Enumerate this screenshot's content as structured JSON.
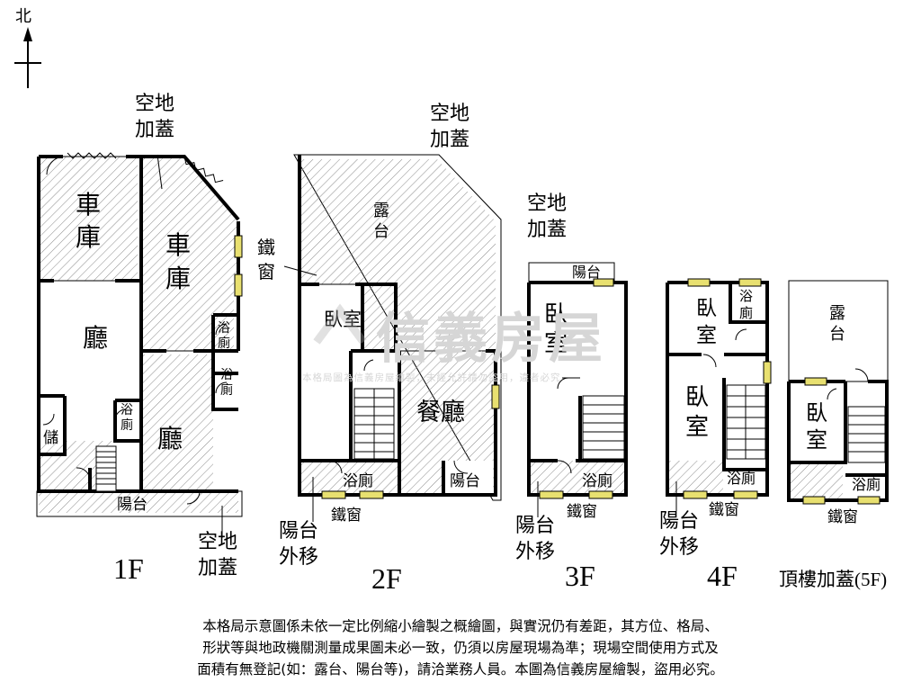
{
  "compass": {
    "north": "北"
  },
  "watermark": {
    "brand": "信義房屋",
    "notice": "本格局圖為信義房屋繪製，未經允許請勿盜用，違者必究"
  },
  "annotations": {
    "f1_kongdi": "空地",
    "f1_jiagai": "加蓋",
    "f1_bottom_kongdi": "空地",
    "f1_bottom_jiagai": "加蓋",
    "f1_tiechuang1": "鐵",
    "f1_tiechuang2": "窗",
    "f2_kongdi": "空地",
    "f2_jiagai": "加蓋",
    "f2_yangtai": "陽台",
    "f2_waiyi": "外移",
    "f3_kongdi": "空地",
    "f3_jiagai": "加蓋",
    "f3_yangtai": "陽台",
    "f3_waiyi": "外移",
    "f4_yangtai": "陽台",
    "f4_waiyi": "外移"
  },
  "rooms": {
    "f1_garage1_a": "車",
    "f1_garage1_b": "庫",
    "f1_garage2_a": "車",
    "f1_garage2_b": "庫",
    "f1_living1": "廳",
    "f1_living2": "廳",
    "f1_storage": "儲",
    "f1_bath_a1": "浴",
    "f1_bath_a2": "廁",
    "f1_bath_b1": "浴",
    "f1_bath_b2": "廁",
    "f1_bath_c1": "浴",
    "f1_bath_c2": "廁",
    "f1_balcony": "陽台",
    "f2_terrace_a": "露",
    "f2_terrace_b": "台",
    "f2_bedroom": "臥室",
    "f2_dining": "餐廳",
    "f2_bath": "浴廁",
    "f2_balcony": "陽台",
    "f2_ironwin": "鐵窗",
    "f3_balcony_top": "陽台",
    "f3_bedroom_a": "臥",
    "f3_bedroom_b": "室",
    "f3_bath": "浴廁",
    "f3_ironwin": "鐵窗",
    "f4_bedroom1_a": "臥",
    "f4_bedroom1_b": "室",
    "f4_bath_top_a": "浴",
    "f4_bath_top_b": "廁",
    "f4_bedroom2_a": "臥",
    "f4_bedroom2_b": "室",
    "f4_bath": "浴廁",
    "f4_ironwin": "鐵窗",
    "f5_terrace_a": "露",
    "f5_terrace_b": "台",
    "f5_bedroom_a": "臥",
    "f5_bedroom_b": "室",
    "f5_bath": "浴廁",
    "f5_ironwin": "鐵窗"
  },
  "floors": {
    "f1": "1F",
    "f2": "2F",
    "f3": "3F",
    "f4": "4F",
    "f5": "頂樓加蓋(5F)"
  },
  "disclaimer": [
    "本格局示意圖係未依一定比例縮小繪製之概繪圖，與實況仍有差距，其方位、格局、",
    "形狀等與地政機關測量成果圖未必一致，仍須以房屋現場為準；現場空間使用方式及",
    "面積有無登記(如：露台、陽台等)，請洽業務人員。本圖為信義房屋繪製，盜用必究。"
  ],
  "colors": {
    "wall": "#000000",
    "hatch": "#8a8a8a",
    "window": "#e8e070",
    "watermark": "#d6d6d6"
  }
}
